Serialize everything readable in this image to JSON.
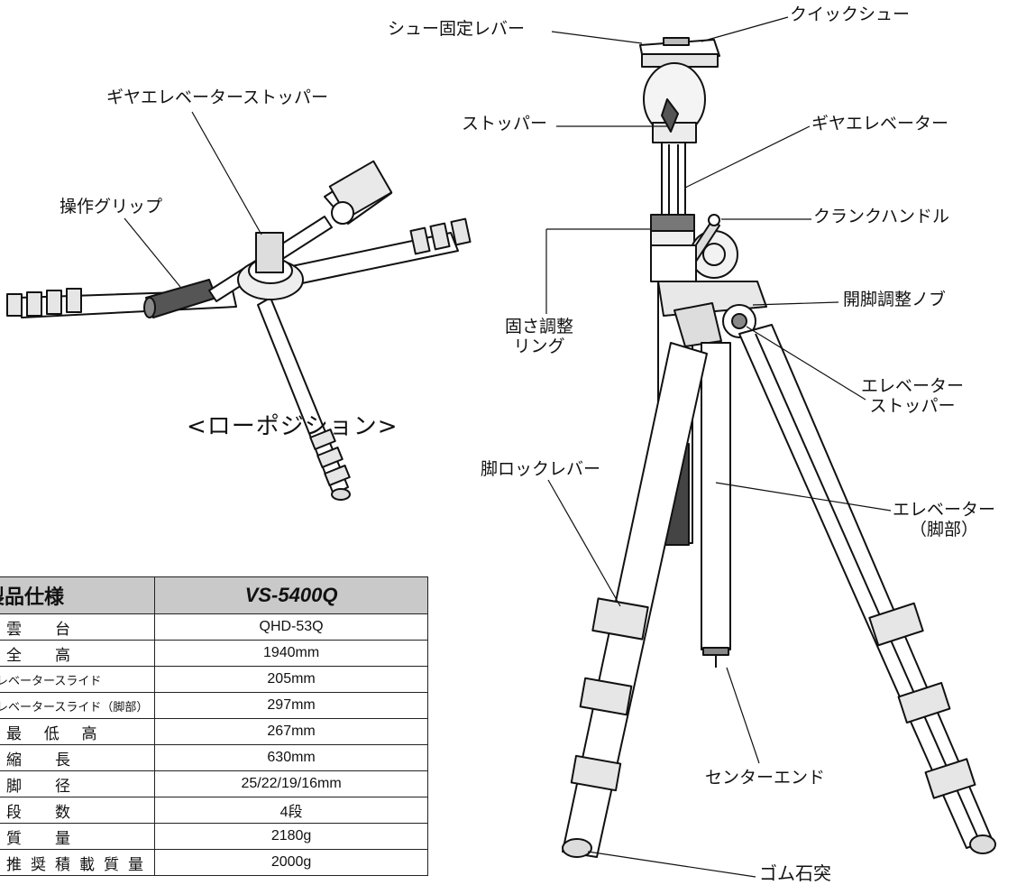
{
  "labels": {
    "shoe_lever": "シュー固定レバー",
    "quick_shoe": "クイックシュー",
    "gear_elevator_stopper": "ギヤエレベーターストッパー",
    "stopper": "ストッパー",
    "gear_elevator": "ギヤエレベーター",
    "grip": "操作グリップ",
    "crank": "クランクハンドル",
    "leg_angle_knob": "開脚調整ノブ",
    "ring": "固さ調整\nリング",
    "elevator_stopper": "エレベーター\nストッパー",
    "leg_lock": "脚ロックレバー",
    "leg_elevator": "エレベーター\n（脚部）",
    "center_end": "センターエンド",
    "rubber_foot": "ゴム石突"
  },
  "low_position_caption": "<ローポジション>",
  "spec_table": {
    "header_label": "製品仕様",
    "header_model": "VS-5400Q",
    "rows": [
      {
        "key": "雲　台",
        "value": "QHD-53Q"
      },
      {
        "key": "全　高",
        "value": "1940mm"
      },
      {
        "key": "エレベータースライド",
        "value": "205mm"
      },
      {
        "key": "エレベータースライド（脚部）",
        "value": "297mm"
      },
      {
        "key": "最 低 高",
        "value": "267mm"
      },
      {
        "key": "縮　長",
        "value": "630mm"
      },
      {
        "key": "脚　径",
        "value": "25/22/19/16mm"
      },
      {
        "key": "段　数",
        "value": "4段"
      },
      {
        "key": "質　量",
        "value": "2180g"
      },
      {
        "key": "推奨積載質量",
        "value": "2000g"
      }
    ]
  }
}
